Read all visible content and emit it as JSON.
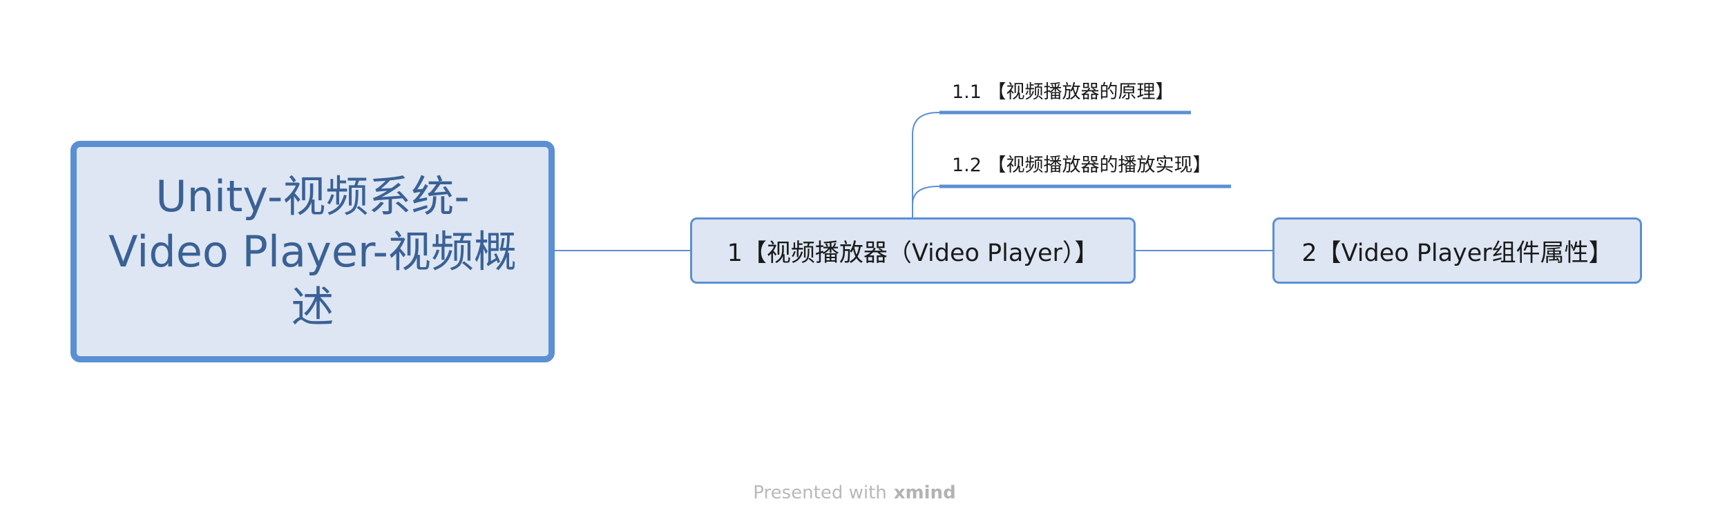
{
  "mindmap": {
    "central": {
      "lines": [
        "Unity-视频系统-",
        "Video Player-视频概",
        "述"
      ]
    },
    "topics": [
      {
        "label": "1【视频播放器（Video Player）】",
        "subtopics": [
          {
            "label": "1.1 【视频播放器的原理】"
          },
          {
            "label": "1.2 【视频播放器的播放实现】"
          }
        ]
      },
      {
        "label": "2【Video Player组件属性】"
      }
    ]
  },
  "footer": {
    "prefix": "Presented with",
    "brand": "xmind"
  },
  "colors": {
    "line": "#5b8fd3",
    "node_fill": "#dde6f2",
    "central_text": "#3a6196"
  }
}
